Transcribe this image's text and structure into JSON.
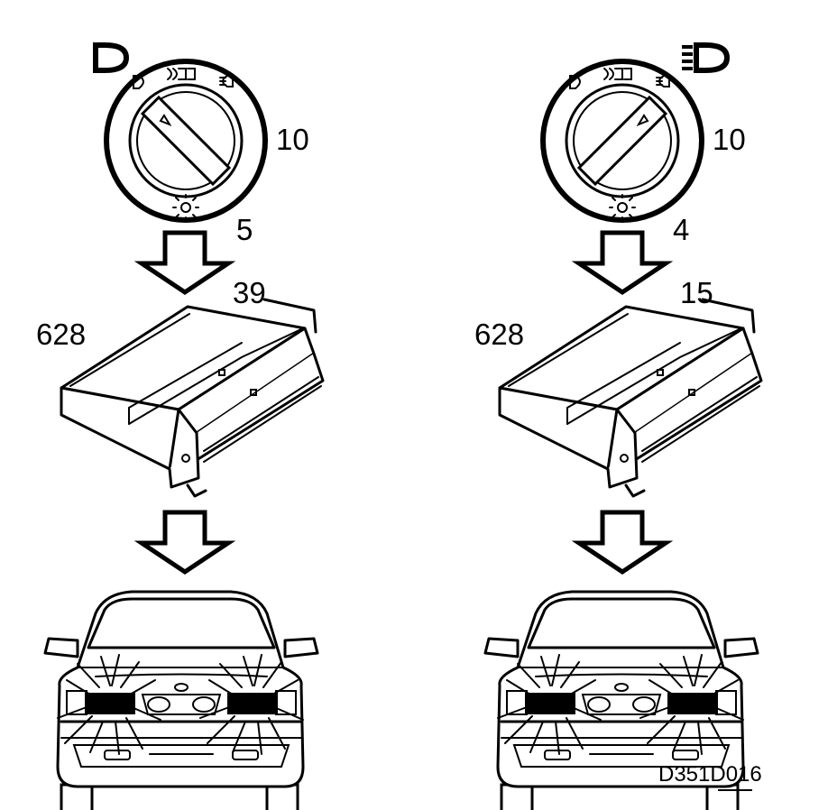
{
  "figure_code": "D351D016",
  "panels": [
    {
      "id": "left",
      "switch_label": "10",
      "arrow_label": "5",
      "module_pin": "39",
      "module_label": "628",
      "light_state": "dipped-beam",
      "switch_icon": "low-beam-icon",
      "knob_pointer": "position-dipped"
    },
    {
      "id": "right",
      "switch_label": "10",
      "arrow_label": "4",
      "module_pin": "15",
      "module_label": "628",
      "light_state": "main-beam",
      "switch_icon": "high-beam-icon",
      "knob_pointer": "position-main"
    }
  ],
  "colors": {
    "ink": "#000000",
    "paper": "#ffffff"
  }
}
